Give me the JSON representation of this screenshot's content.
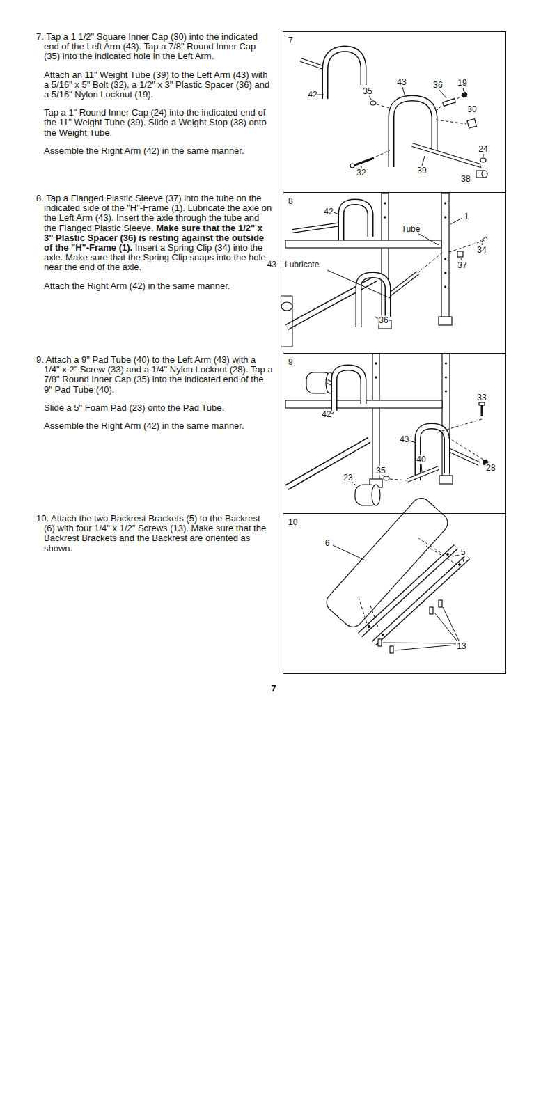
{
  "diagram": {
    "nodes": [
      {
        "text": [
          "7"
        ]
      },
      {
        "text": [
          "8"
        ]
      },
      {
        "text": [
          "9"
        ]
      },
      {
        "text": [
          "10"
        ]
      }
    ],
    "labels": [
      "7. Tap a 1 1/2\" Square Inner Cap (30) into the indicated end of the Left Arm (43). Tap a 7/8\" Round Inner Cap (35) into the indicated hole in the Left Arm.",
      "Attach an 11\" Weight Tube (39) to the Left Arm (43) with a 5/16\" x 5\" Bolt (32), a 1/2\" x 3\" Plastic Spacer (36) and a 5/16\" Nylon Locknut (19).",
      "Tap a 1\" Round Inner Cap (24) into the indicated end of the 11\" Weight Tube (39). Slide a Weight Stop (38) onto the Weight Tube.",
      "Assemble the Right Arm (42) in the same manner.",
      "8. Tap a Flanged Plastic Sleeve (37) into the tube on the indicated side of the \"H\"-Frame (1). Lubricate the axle on the Left Arm (43). Insert the axle through the tube and the Flanged Plastic Sleeve.",
      "Make sure that the 1/2\" x 3\" Plastic Spacer (36) is resting against the outside of the \"H\"-Frame (1).",
      "Insert a Spring Clip (34) into the axle. Make sure that the Spring Clip snaps into the hole near the end of the axle.",
      "Attach the Right Arm (42) in the same manner.",
      "9. Attach a 9\" Pad Tube (40) to the Left Arm (43) with a 1/4\" x 2\" Screw (33) and a 1/4\" Nylon Locknut (28). Tap a 7/8\" Round Inner Cap (35) into the indicated end of the 9\" Pad Tube (40).",
      "Slide a 5\" Foam Pad (23) onto the Pad Tube.",
      "Assemble the Right Arm (42) in the same manner.",
      "10. Attach the two Backrest Brackets (5) to the Backrest (6) with four 1/4\" x 1/2\" Screws (13). Make sure that the Backrest Brackets and the Backrest are oriented as shown.",
      "7",
      "42",
      "35",
      "43",
      "36",
      "19",
      "30",
      "24",
      "32",
      "39",
      "38",
      "42",
      "1",
      "Tube",
      "34",
      "43—Lubricate",
      "37",
      "36",
      "33",
      "42",
      "43",
      "28",
      "40",
      "35",
      "23",
      "6",
      "5",
      "13"
    ]
  }
}
